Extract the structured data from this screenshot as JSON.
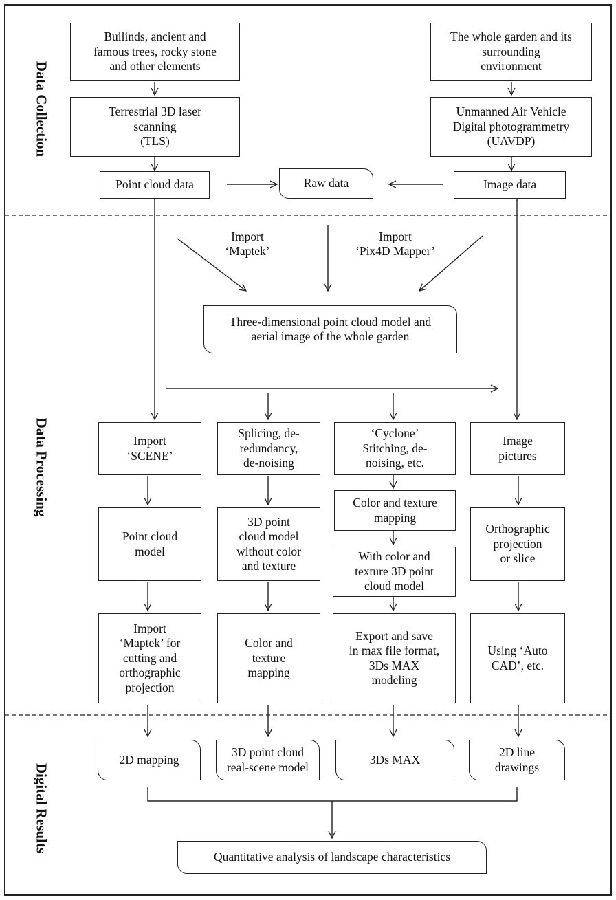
{
  "sections": {
    "collection": "Data Collection",
    "processing": "Data Processing",
    "results": "Digital Results"
  },
  "collection": {
    "left_source": "Builinds, ancient and\nfamous trees, rocky stone\nand other elements",
    "right_source": "The whole garden and its\nsurrounding\nenvironment",
    "tls": "Terrestrial 3D laser\nscanning\n(TLS)",
    "uavdp": "Unmanned Air Vehicle\nDigital photogrammetry\n(UAVDP)",
    "point_cloud": "Point cloud data",
    "raw": "Raw data",
    "image": "Image data"
  },
  "processing": {
    "import_maptek": "Import\n‘Maptek’",
    "import_pix4d": "Import\n‘Pix4D Mapper’",
    "model_whole": "Three-dimensional point cloud model and\naerial image of the whole garden",
    "col1": [
      "Import\n‘SCENE’",
      "Point cloud\nmodel",
      "Import\n‘Maptek’ for\ncutting and\northographic\nprojection"
    ],
    "col2": [
      "Splicing, de-\nredundancy,\nde-noising",
      "3D point\ncloud model\nwithout color\nand texture",
      "Color and\ntexture\nmapping"
    ],
    "col3": [
      "‘Cyclone’\nStitching, de-\nnoising, etc.",
      "Color and texture\nmapping",
      "With color and\ntexture 3D point\ncloud model",
      "Export and save\nin max file format,\n3Ds MAX\nmodeling"
    ],
    "col4": [
      "Image\npictures",
      "Orthographic\nprojection\nor slice",
      "Using ‘Auto\nCAD’, etc."
    ]
  },
  "results": {
    "outputs": [
      "2D mapping",
      "3D point cloud\nreal-scene model",
      "3Ds MAX",
      "2D line\ndrawings"
    ],
    "final": "Quantitative analysis of landscape characteristics"
  },
  "colors": {
    "line": "#222222",
    "background": "#ffffff"
  }
}
